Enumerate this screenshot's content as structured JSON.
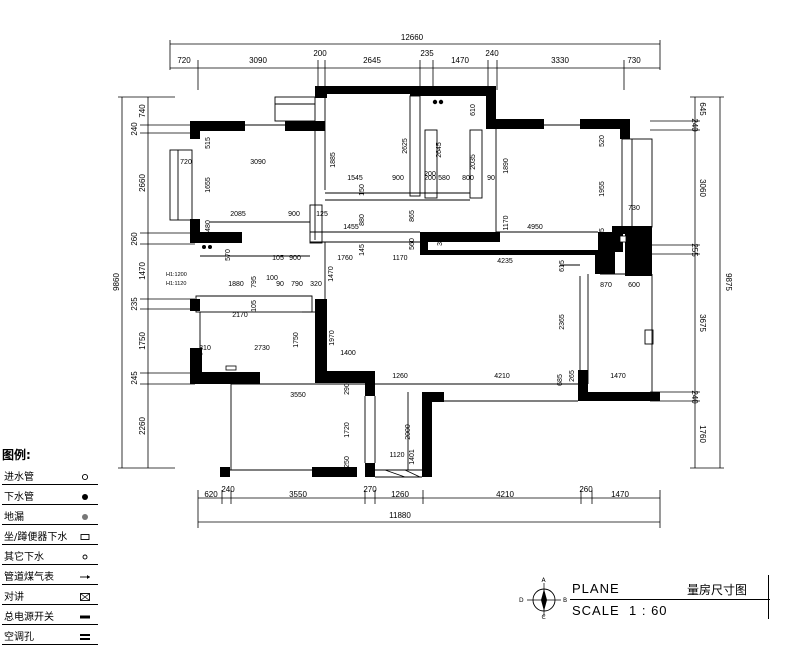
{
  "dims_top_outer": "12660",
  "dims_top": [
    "720",
    "3090",
    "200",
    "2645",
    "235",
    "1470",
    "240",
    "3330",
    "730"
  ],
  "dims_bottom_outer": "11880",
  "dims_bottom": [
    "620",
    "240",
    "3550",
    "270",
    "1260",
    "4210",
    "260",
    "1470"
  ],
  "dims_left_outer": "9860",
  "dims_left": [
    "740",
    "240",
    "2660",
    "260",
    "1470",
    "235",
    "1750",
    "245",
    "2260"
  ],
  "dims_right_outer": "9875",
  "dims_right": [
    "645",
    "240",
    "3060",
    "255",
    "3675",
    "240",
    "1760"
  ],
  "interior_dims": [
    "515",
    "3090",
    "720",
    "1655",
    "1885",
    "2625",
    "2645",
    "2035",
    "610",
    "1890",
    "520",
    "1955",
    "1545",
    "900",
    "200",
    "800",
    "90",
    "150",
    "2085",
    "900",
    "125",
    "1455",
    "880",
    "865",
    "1170",
    "4950",
    "730",
    "585",
    "305",
    "560",
    "145",
    "570",
    "105",
    "900",
    "1760",
    "1170",
    "4235",
    "615",
    "610",
    "1880",
    "795",
    "100",
    "90",
    "790",
    "320",
    "1470",
    "870",
    "600",
    "2170",
    "105",
    "2730",
    "1750",
    "1970",
    "2365",
    "310",
    "1400",
    "1260",
    "4210",
    "685",
    "265",
    "1470",
    "3550",
    "290",
    "1720",
    "2000",
    "250",
    "1120",
    "1401",
    "480",
    "580",
    "200"
  ],
  "ceiling_note_1": "H1:1200",
  "ceiling_note_2": "H1:1120",
  "legend": {
    "title": "图例:",
    "items": [
      {
        "label": "进水管",
        "icon": "open-circle"
      },
      {
        "label": "下水管",
        "icon": "filled-circle"
      },
      {
        "label": "地漏",
        "icon": "grey-dot"
      },
      {
        "label": "坐/蹲便器下水",
        "icon": "small-rect"
      },
      {
        "label": "其它下水",
        "icon": "small-circle"
      },
      {
        "label": "管道煤气表",
        "icon": "arrow-pipe"
      },
      {
        "label": "对讲",
        "icon": "cross-box"
      },
      {
        "label": "总电源开关",
        "icon": "switch-bar"
      },
      {
        "label": "空调孔",
        "icon": "double-bar"
      }
    ]
  },
  "title_block": {
    "plane": "PLANE",
    "scale_label": "SCALE",
    "scale_value": "1 : 60",
    "cn_title": "量房尺寸图"
  },
  "compass_letters": [
    "A",
    "B",
    "C",
    "D"
  ]
}
